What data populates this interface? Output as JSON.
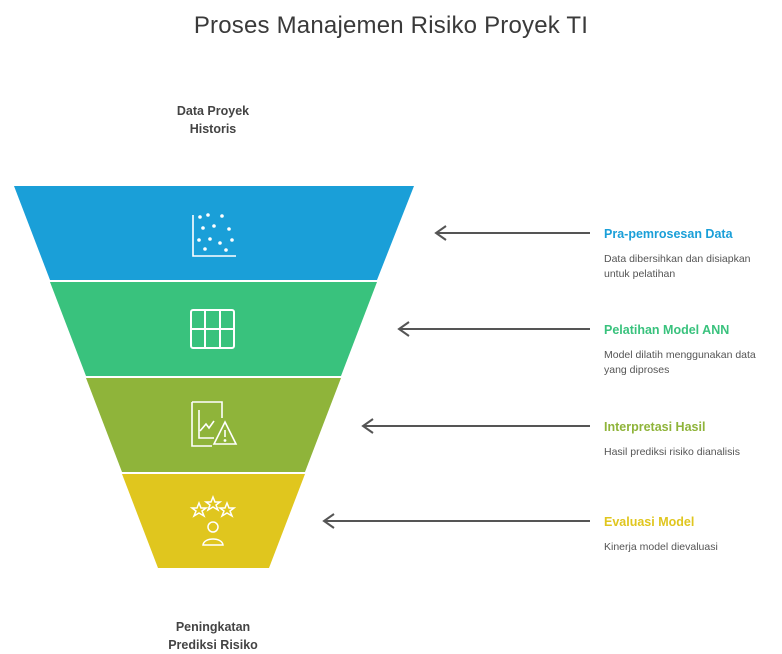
{
  "title": "Proses Manajemen Risiko Proyek TI",
  "top_label": "Data Proyek\nHistoris",
  "bottom_label": "Peningkatan\nPrediksi Risiko",
  "stages": [
    {
      "name": "Pra-pemrosesan Data",
      "desc": "Data dibersihkan dan disiapkan untuk pelatihan",
      "color": "#1a9fd8",
      "icon": "scatter-plot-icon"
    },
    {
      "name": "Pelatihan Model ANN",
      "desc": "Model dilatih menggunakan data yang diproses",
      "color": "#39c27d",
      "icon": "grid-table-icon"
    },
    {
      "name": "Interpretasi Hasil",
      "desc": "Hasil prediksi risiko dianalisis",
      "color": "#8fb43a",
      "icon": "chart-warning-icon"
    },
    {
      "name": "Evaluasi Model",
      "desc": "Kinerja model dievaluasi",
      "color": "#e0c61e",
      "icon": "rating-person-icon"
    }
  ]
}
